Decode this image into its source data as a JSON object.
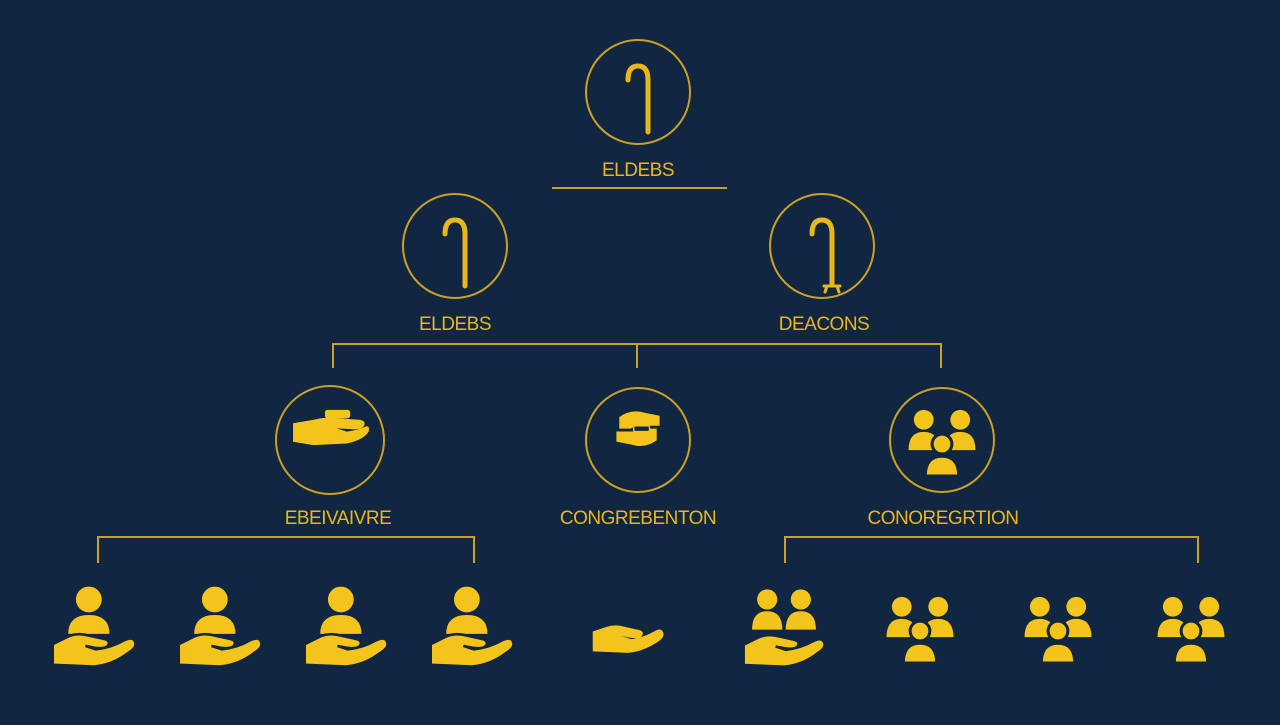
{
  "colors": {
    "background": "#112640",
    "accent": "#e8b71b",
    "icon_fill": "#f3c51c"
  },
  "diagram": {
    "levels": [
      {
        "nodes": [
          {
            "label": "ELDEBS",
            "icon": "shepherd-staff-icon"
          }
        ]
      },
      {
        "nodes": [
          {
            "label": "ELDEBS",
            "icon": "shepherd-staff-icon"
          },
          {
            "label": "DEACONS",
            "icon": "cane-stand-icon"
          }
        ]
      },
      {
        "nodes": [
          {
            "label": "EBEIVAIVRE",
            "icon": "giving-hand-icon"
          },
          {
            "label": "CONGREBENTON",
            "icon": "hands-exchange-icon"
          },
          {
            "label": "CONOREGRTION",
            "icon": "people-group-icon"
          }
        ]
      }
    ],
    "bottom_row": [
      {
        "icon": "person-on-hand-icon"
      },
      {
        "icon": "person-on-hand-icon"
      },
      {
        "icon": "person-on-hand-icon"
      },
      {
        "icon": "person-on-hand-icon"
      },
      {
        "icon": "giving-hand-icon"
      },
      {
        "icon": "group-on-hand-icon"
      },
      {
        "icon": "people-group-icon"
      },
      {
        "icon": "people-group-icon"
      },
      {
        "icon": "people-group-icon"
      }
    ]
  }
}
